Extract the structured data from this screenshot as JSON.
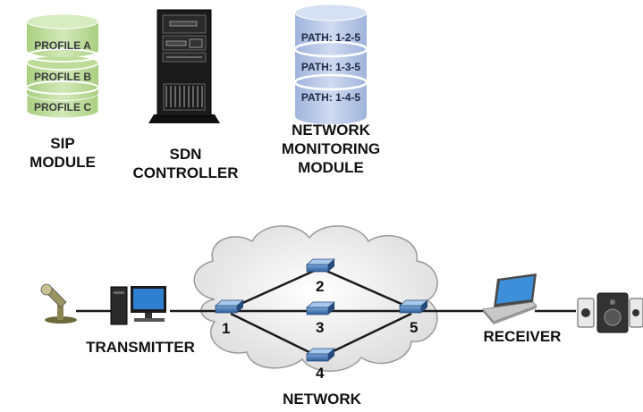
{
  "sip_module": {
    "profiles": [
      "PROFILE A",
      "PROFILE B",
      "PROFILE C"
    ],
    "label_line1": "SIP",
    "label_line2": "MODULE",
    "color": "#c3dea0"
  },
  "sdn_controller": {
    "label_line1": "SDN",
    "label_line2": "CONTROLLER"
  },
  "network_monitoring": {
    "paths": [
      "PATH: 1-2-5",
      "PATH: 1-3-5",
      "PATH: 1-4-5"
    ],
    "label_line1": "NETWORK",
    "label_line2": "MONITORING",
    "label_line3": "MODULE",
    "color": "#b9c8e6"
  },
  "network": {
    "label": "NETWORK",
    "nodes": [
      "1",
      "2",
      "3",
      "4",
      "5"
    ]
  },
  "transmitter": {
    "label": "TRANSMITTER"
  },
  "receiver": {
    "label": "RECEIVER"
  },
  "icons": [
    "microphone-icon",
    "desktop-pc-icon",
    "switch-icon",
    "laptop-icon",
    "speakers-icon",
    "server-tower-icon",
    "database-icon",
    "cloud-icon"
  ]
}
